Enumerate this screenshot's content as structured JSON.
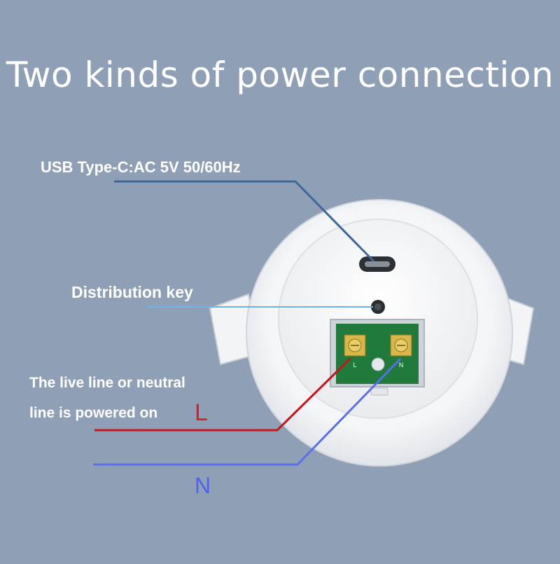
{
  "title": "Two kinds of power connection",
  "labels": {
    "usb": "USB Type-C:AC 5V 50/60Hz",
    "distribution_key": "Distribution key",
    "live_line_1": "The live line or neutral",
    "live_line_2": "line is powered on",
    "L": "L",
    "N": "N"
  },
  "terminals": {
    "left": "L",
    "right": "N"
  },
  "colors": {
    "background": "#8e9fb6",
    "usb_line": "#3f679a",
    "key_line": "#6fb2e8",
    "live_wire": "#c8141c",
    "neutral_wire": "#5a6fe8",
    "pcb": "#1f7a3c"
  }
}
